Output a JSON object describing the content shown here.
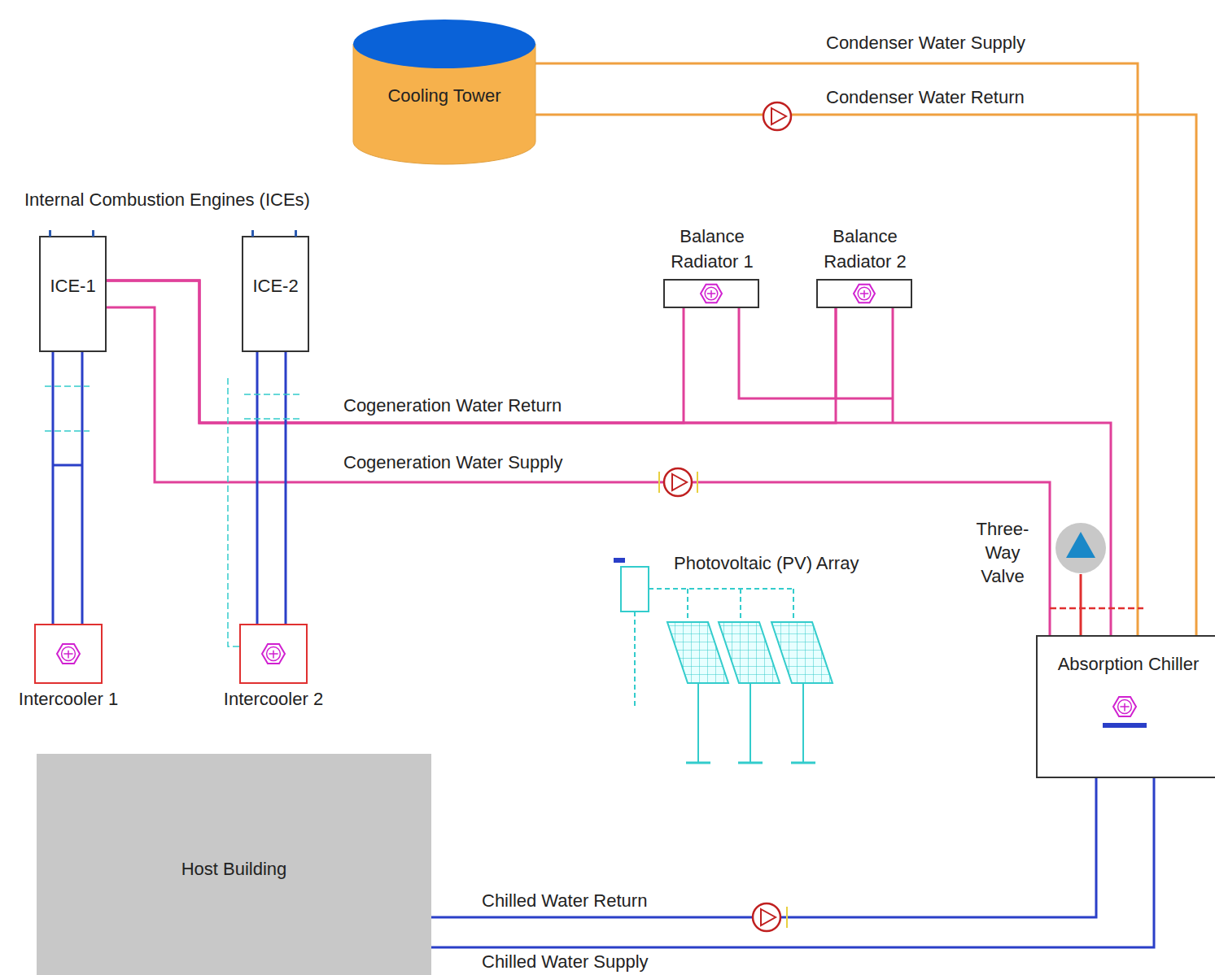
{
  "diagram": {
    "nodes": [
      {
        "text": [
          "Cooling Tower"
        ]
      },
      {
        "text": [
          "ICE-1"
        ]
      },
      {
        "text": [
          "ICE-2"
        ]
      },
      {
        "text": [
          "Balance Radiator 1"
        ]
      },
      {
        "text": [
          "Balance Radiator 2"
        ]
      },
      {
        "text": [
          "Three-Way Valve"
        ]
      },
      {
        "text": [
          "Absorption Chiller"
        ]
      },
      {
        "text": [
          "Intercooler 1"
        ]
      },
      {
        "text": [
          "Intercooler 2"
        ]
      },
      {
        "text": [
          "Host Building"
        ]
      }
    ],
    "edges": [
      {
        "from": 0,
        "to": 6,
        "label": "Condenser Water Supply",
        "arrow": "none"
      },
      {
        "from": 0,
        "to": 6,
        "label": "Condenser Water Return",
        "arrow": "none"
      },
      {
        "from": 1,
        "to": 6,
        "label": "Cogeneration Water Return",
        "arrow": "none"
      },
      {
        "from": 1,
        "to": 6,
        "label": "Cogeneration Water Supply",
        "arrow": "none"
      },
      {
        "from": 3,
        "to": 1,
        "arrow": "none"
      },
      {
        "from": 4,
        "to": 1,
        "arrow": "none"
      },
      {
        "from": 5,
        "to": 6,
        "arrow": "none"
      },
      {
        "from": 1,
        "to": 7,
        "arrow": "none"
      },
      {
        "from": 2,
        "to": 8,
        "arrow": "none"
      },
      {
        "from": 6,
        "to": 9,
        "label": "Chilled Water Return",
        "arrow": "none"
      },
      {
        "from": 6,
        "to": 9,
        "label": "Chilled Water Supply",
        "arrow": "none"
      }
    ],
    "labels": [
      "Internal Combustion Engines (ICEs)",
      "Photovoltaic (PV) Array"
    ]
  }
}
